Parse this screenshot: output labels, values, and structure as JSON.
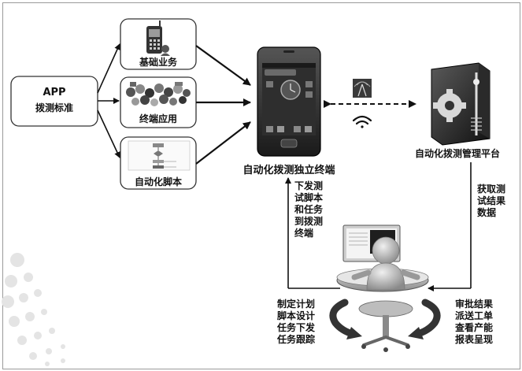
{
  "app_box": {
    "line1": "APP",
    "line2": "拨测标准"
  },
  "categories": [
    {
      "label": "基础业务",
      "icon": "phone-icon"
    },
    {
      "label": "终端应用",
      "icon": "app-icons-icon"
    },
    {
      "label": "自动化脚本",
      "icon": "flowchart-icon"
    }
  ],
  "terminal": {
    "label": "自动化拨测独立终端",
    "icon": "smartphone-icon"
  },
  "platform": {
    "label": "自动化拨测管理平台",
    "icon": "server-gear-icon"
  },
  "wireless": {
    "icons": [
      "signal-tower-icon",
      "wifi-icon"
    ]
  },
  "dispatch_text": [
    "下发测",
    "试脚本",
    "和任务",
    "到拨测",
    "终端"
  ],
  "fetch_text": [
    "获取测",
    "试结果",
    "数据"
  ],
  "left_tasks": [
    "制定计划",
    "脚本设计",
    "任务下发",
    "任务跟踪"
  ],
  "right_tasks": [
    "审批结果",
    "派送工单",
    "查看产能",
    "报表呈现"
  ],
  "operator": {
    "icon": "person-at-workstation-icon"
  }
}
